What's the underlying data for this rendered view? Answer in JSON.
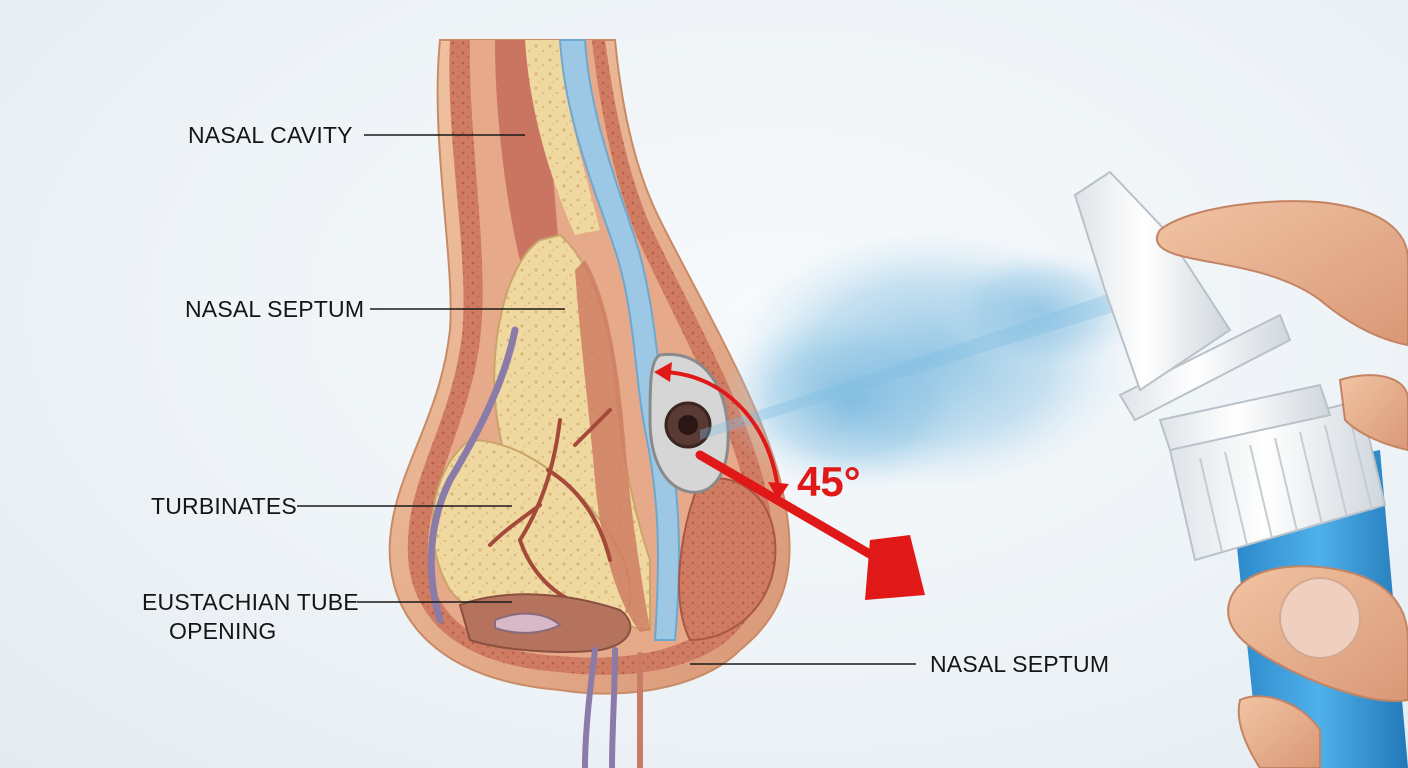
{
  "labels": {
    "nasal_cavity": "NASAL CAVITY",
    "nasal_septum_upper": "NASAL SEPTUM",
    "turbinates": "TURBINATES",
    "eustachian_line1": "EUSTACHIAN TUBE",
    "eustachian_line2": "OPENING",
    "nasal_septum_lower": "NASAL SEPTUM"
  },
  "angle_label": "45°",
  "colors": {
    "arrow": "#e01818",
    "spray_mist": "#6fb3dc",
    "bottle_body": "#3a9ad8",
    "bottle_cap": "#f4f6f8",
    "skin": "#e8b08e",
    "bone": "#f0d9a0",
    "tissue": "#cf7c63",
    "mucosa_blue": "#9cc8e6"
  },
  "icons": [
    "nasal-anatomy-illustration",
    "spray-bottle-icon",
    "hand-icon",
    "spray-mist-icon",
    "angle-arrow-icon"
  ]
}
